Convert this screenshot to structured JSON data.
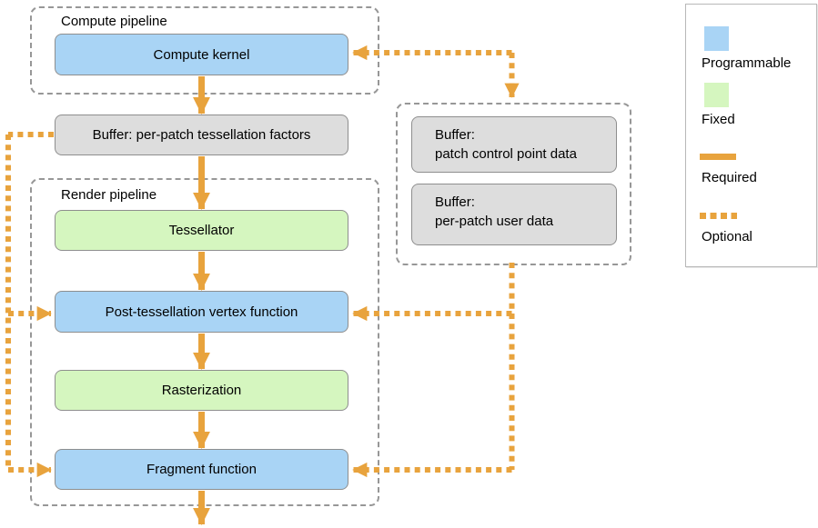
{
  "groups": {
    "compute_pipeline_label": "Compute pipeline",
    "render_pipeline_label": "Render pipeline"
  },
  "nodes": {
    "compute_kernel": {
      "label": "Compute kernel",
      "type": "programmable"
    },
    "tess_factors_buffer": {
      "label": "Buffer: per-patch tessellation factors",
      "type": "buffer"
    },
    "tessellator": {
      "label": "Tessellator",
      "type": "fixed"
    },
    "post_tess_vertex": {
      "label": "Post-tessellation vertex function",
      "type": "programmable"
    },
    "rasterization": {
      "label": "Rasterization",
      "type": "fixed"
    },
    "fragment_function": {
      "label": "Fragment function",
      "type": "programmable"
    },
    "patch_control_point_buffer": {
      "label": "Buffer:\npatch control point data",
      "type": "buffer"
    },
    "per_patch_user_buffer": {
      "label": "Buffer:\nper-patch user data",
      "type": "buffer"
    }
  },
  "legend": {
    "items": [
      {
        "key": "programmable",
        "label": "Programmable"
      },
      {
        "key": "fixed",
        "label": "Fixed"
      },
      {
        "key": "required",
        "label": "Required"
      },
      {
        "key": "optional",
        "label": "Optional"
      }
    ]
  },
  "colors": {
    "programmable": "#a9d4f5",
    "fixed": "#d5f6bf",
    "buffer": "#dddddd",
    "connector_orange": "#e8a33d",
    "group_border": "#979797"
  }
}
